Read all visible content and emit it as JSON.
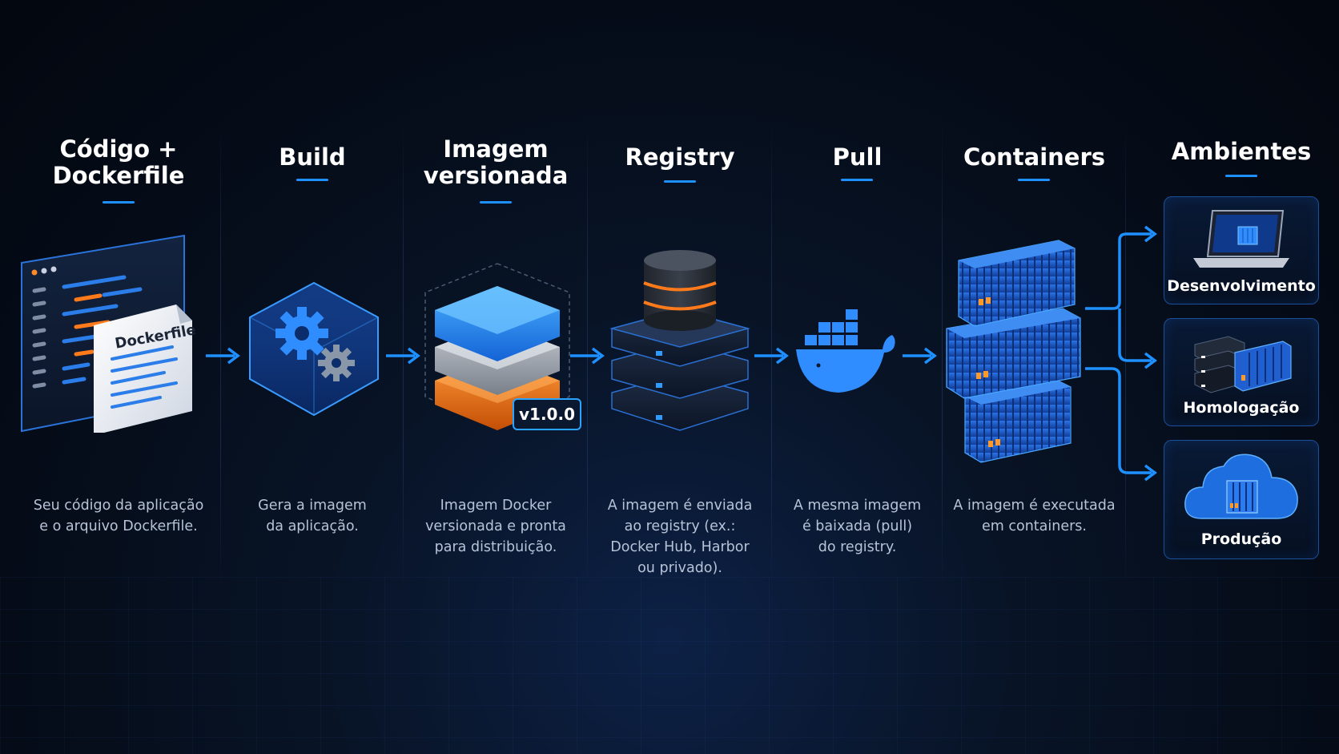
{
  "stages": [
    {
      "title": "Código +\nDockerfile",
      "description": "Seu código da aplicação\ne o arquivo Dockerfile.",
      "file_label": "Dockerfile"
    },
    {
      "title": "Build",
      "description": "Gera a imagem\nda aplicação."
    },
    {
      "title": "Imagem\nversionada",
      "description": "Imagem Docker\nversionada e pronta\npara distribuição.",
      "version_badge": "v1.0.0"
    },
    {
      "title": "Registry",
      "description": "A imagem é enviada\nao registry (ex.:\nDocker Hub, Harbor\nou privado)."
    },
    {
      "title": "Pull",
      "description": "A mesma imagem\né baixada (pull)\ndo registry."
    },
    {
      "title": "Containers",
      "description": "A imagem é executada\nem containers."
    }
  ],
  "environments": {
    "title": "Ambientes",
    "items": [
      {
        "label": "Desenvolvimento",
        "icon": "laptop-icon"
      },
      {
        "label": "Homologação",
        "icon": "server-container-icon"
      },
      {
        "label": "Produção",
        "icon": "cloud-container-icon"
      }
    ]
  },
  "colors": {
    "accent": "#1e90ff",
    "background": "#050c18",
    "orange": "#ff7a1a",
    "text_muted": "#b7c3d6"
  }
}
